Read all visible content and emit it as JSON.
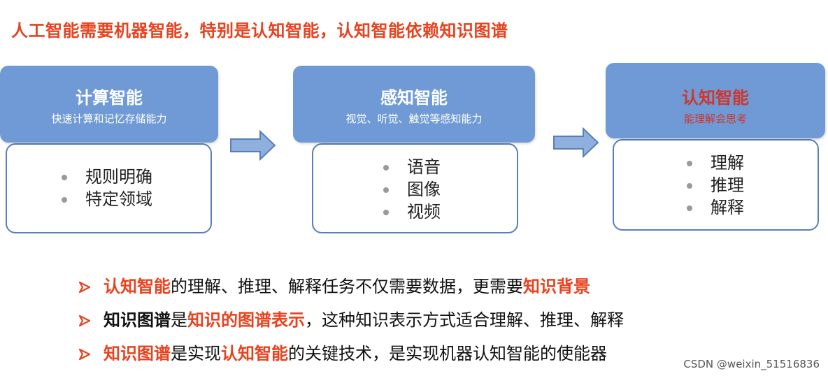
{
  "headline": "人工智能需要机器智能，特别是认知智能，认知智能依赖知识图谱",
  "stages": [
    {
      "title": "计算智能",
      "subtitle": "快速计算和记忆存储能力",
      "bullets": [
        "规则明确",
        "特定领域"
      ]
    },
    {
      "title": "感知智能",
      "subtitle": "视觉、听觉、触觉等感知能力",
      "bullets": [
        "语音",
        "图像",
        "视频"
      ]
    },
    {
      "title": "认知智能",
      "subtitle": "能理解会思考",
      "bullets": [
        "理解",
        "推理",
        "解释"
      ]
    }
  ],
  "notes": [
    {
      "p1": "认知智能",
      "p2": "的理解、推理、解释任务不仅需要数据，更需要",
      "p3": "知识背景"
    },
    {
      "p1": "知识图谱",
      "p2": "是",
      "p3": "知识的图谱表示",
      "p4": "，这种知识表示方式适合理解、推理、解释"
    },
    {
      "p1": "知识图谱",
      "p2": "是实现",
      "p3": "认知智能",
      "p4": "的关键技术，是实现机器认知智能的使能器"
    }
  ],
  "watermark": "CSDN @weixin_51516836",
  "colors": {
    "accent_red": "#e8421e",
    "header_blue": "#6f9ad6",
    "border_blue": "#5a7fb8"
  }
}
